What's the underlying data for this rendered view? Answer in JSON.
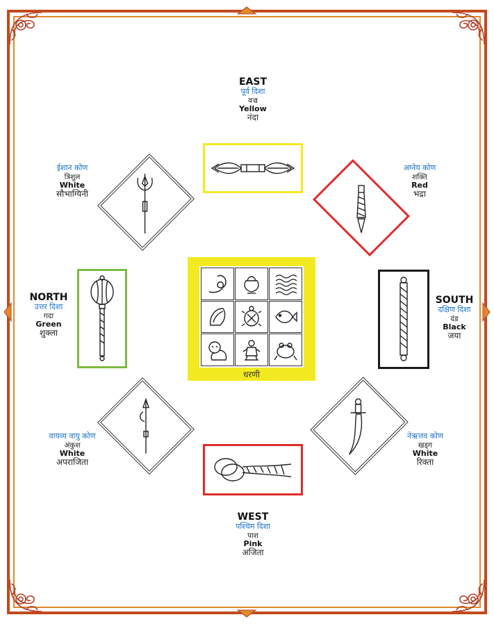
{
  "directions": {
    "east": {
      "name": "EAST",
      "hindi": "पूर्व दिशा",
      "weapon": "वज्र",
      "color": "Yellow",
      "deity": "नंदा"
    },
    "southeast": {
      "hindi": "अग्नेय कोण",
      "weapon": "शक्ति",
      "color": "Red",
      "deity": "भद्रा"
    },
    "south": {
      "name": "SOUTH",
      "hindi": "दक्षिण दिशा",
      "weapon": "दंड",
      "color": "Black",
      "deity": "जया"
    },
    "southwest": {
      "hindi": "नेऋत्तव कोण",
      "weapon": "खड्ग",
      "color": "White",
      "deity": "रिक्ता"
    },
    "west": {
      "name": "WEST",
      "hindi": "पश्चिम दिशा",
      "weapon": "पाश",
      "color": "Pink",
      "deity": "अजिता"
    },
    "northwest": {
      "hindi": "वायव्य वायु कोण",
      "weapon": "अंकुश",
      "color": "White",
      "deity": "अपराजिता"
    },
    "north": {
      "name": "NORTH",
      "hindi": "उत्तर दिशा",
      "weapon": "गदा",
      "color": "Green",
      "deity": "शुक्ला"
    },
    "northeast": {
      "hindi": "ईशान कोण",
      "weapon": "त्रिशुल",
      "color": "White",
      "deity": "सौभाग्यिनी"
    }
  },
  "center": {
    "caption": "धरणी"
  },
  "colors": {
    "yellow": "#f3ea21",
    "red": "#e02b2b",
    "green": "#7dbb42",
    "black": "#1a1a1a",
    "blue": "#1a73c8",
    "frame": "#c24a1e"
  }
}
